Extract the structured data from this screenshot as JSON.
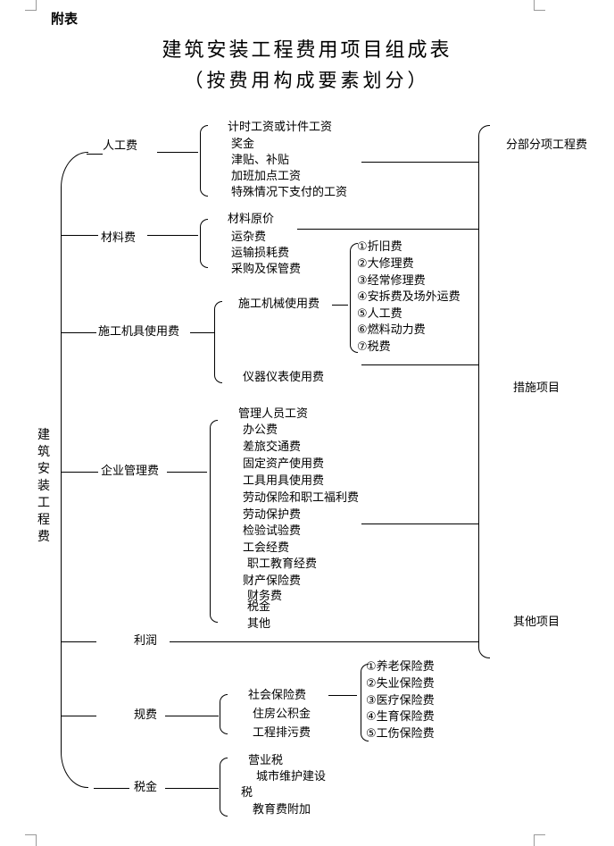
{
  "header": {
    "appendix": "附表",
    "title": "建筑安装工程费用项目组成表",
    "subtitle": "（按费用构成要素划分）"
  },
  "root": "建筑安装工程费",
  "labor": {
    "label": "人工费",
    "items": [
      "计时工资或计件工资",
      "奖金",
      "津贴、补贴",
      "加班加点工资",
      "特殊情况下支付的工资"
    ]
  },
  "material": {
    "label": "材料费",
    "items": [
      "材料原价",
      "运杂费",
      "运输损耗费",
      "采购及保管费"
    ]
  },
  "machinery": {
    "label": "施工机具使用费",
    "machine": {
      "label": "施工机械使用费",
      "items": [
        "①折旧费",
        "②大修理费",
        "③经常修理费",
        "④安拆费及场外运费",
        "⑤人工费",
        "⑥燃料动力费",
        "⑦税费"
      ]
    },
    "instrument": "仪器仪表使用费"
  },
  "management": {
    "label": "企业管理费",
    "items": [
      "管理人员工资",
      "办公费",
      "差旅交通费",
      "固定资产使用费",
      "工具用具使用费",
      "劳动保险和职工福利费",
      "劳动保护费",
      "检验试验费",
      "工会经费",
      "职工教育经费",
      "财产保险费",
      "财务费",
      "税金",
      "其他"
    ]
  },
  "profit": {
    "label": "利润"
  },
  "fees": {
    "label": "规费",
    "social": {
      "label": "社会保险费",
      "items": [
        "①养老保险费",
        "②失业保险费",
        "③医疗保险费",
        "④生育保险费",
        "⑤工伤保险费"
      ]
    },
    "housing": "住房公积金",
    "pollution": "工程排污费"
  },
  "tax": {
    "label": "税金",
    "items": [
      "营业税",
      "城市维护建设",
      "税",
      "教育费附加"
    ]
  },
  "right": {
    "items": [
      "分部分项工程费",
      "措施项目",
      "其他项目"
    ]
  }
}
